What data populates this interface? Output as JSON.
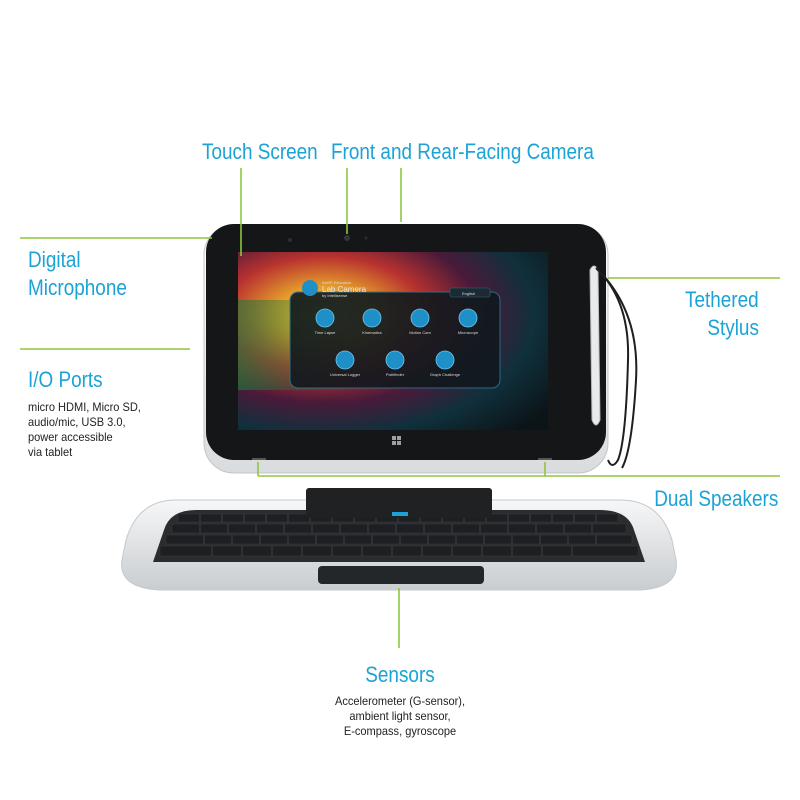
{
  "colors": {
    "accent": "#1ba3d6",
    "leader": "#8dc63f",
    "text": "#222222"
  },
  "labels": {
    "touch_screen": "Touch Screen",
    "camera": "Front and Rear-Facing Camera",
    "microphone_line1": "Digital",
    "microphone_line2": "Microphone",
    "stylus_line1": "Tethered",
    "stylus_line2": "Stylus",
    "io_ports": "I/O Ports",
    "io_ports_desc": "micro HDMI, Micro SD,\naudio/mic, USB 3.0,\npower accessible\nvia tablet",
    "dual_speakers": "Dual Speakers",
    "sensors": "Sensors",
    "sensors_desc": "Accelerometer (G-sensor),\nambient light sensor,\nE-compass, gyroscope"
  },
  "screen": {
    "app_brand_small": "Intel® Education",
    "app_title": "Lab Camera",
    "app_by": "by Intellisense",
    "language": "English",
    "apps": [
      "Time Lapse",
      "Kinematics",
      "Motion Cam",
      "Microscope",
      "Universal Logger",
      "Pathfinder",
      "Graph Challenge"
    ]
  }
}
